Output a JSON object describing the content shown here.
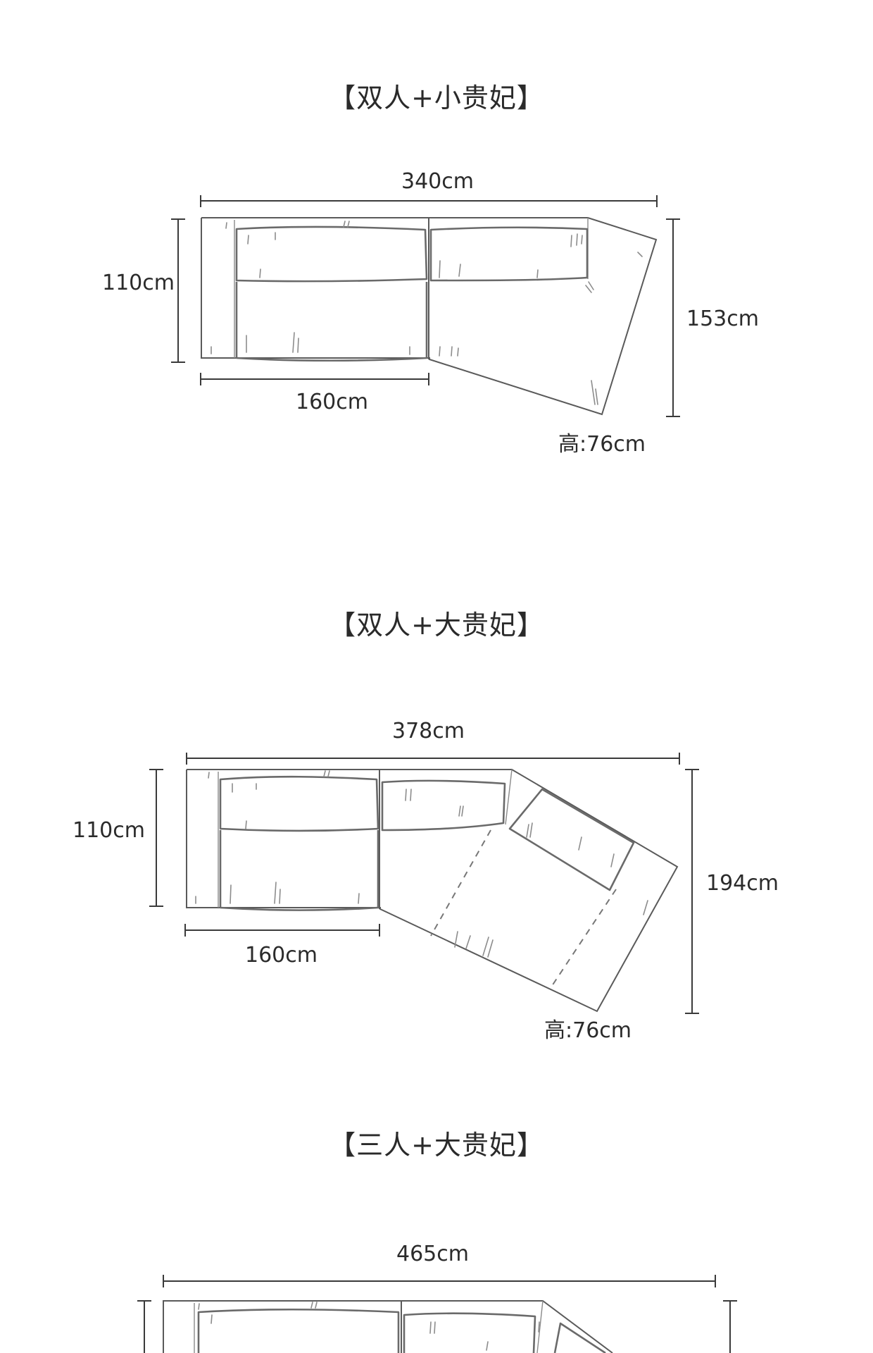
{
  "diagrams": [
    {
      "title": "【双人+小贵妃】",
      "overall_width": "340cm",
      "depth": "110cm",
      "seat_width": "160cm",
      "chaise_depth": "153cm",
      "height": "高:76cm"
    },
    {
      "title": "【双人+大贵妃】",
      "overall_width": "378cm",
      "depth": "110cm",
      "seat_width": "160cm",
      "chaise_depth": "194cm",
      "height": "高:76cm"
    },
    {
      "title": "【三人+大贵妃】",
      "overall_width": "465cm"
    }
  ]
}
